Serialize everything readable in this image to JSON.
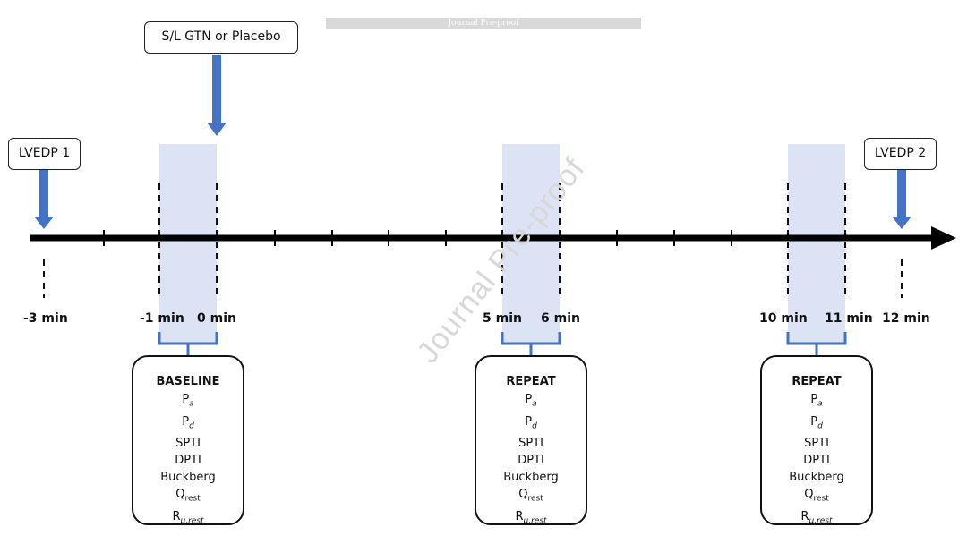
{
  "header_watermark": "Journal Pre-proof",
  "diagonal_watermark": "Journal Pre-proof",
  "intervention_label": "S/L GTN or Placebo",
  "lvedp1_label": "LVEDP 1",
  "lvedp2_label": "LVEDP 2",
  "time_labels": {
    "minus3": "-3 min",
    "minus1": "-1 min",
    "zero": "0 min",
    "five": "5 min",
    "six": "6 min",
    "ten": "10 min",
    "eleven": "11 min",
    "twelve": "12 min"
  },
  "measurement_groups": [
    {
      "title": "BASELINE",
      "items": [
        {
          "base": "P",
          "sub": "a",
          "sub_italic": true
        },
        {
          "base": "P",
          "sub": "d",
          "sub_italic": true
        },
        {
          "base": "SPTI"
        },
        {
          "base": "DPTI"
        },
        {
          "base": "Buckberg"
        },
        {
          "base": "Q",
          "sub": "rest",
          "sub_italic": false
        },
        {
          "base": "R",
          "sub": "μ,rest",
          "sub_italic": true
        }
      ]
    },
    {
      "title": "REPEAT",
      "items": [
        {
          "base": "P",
          "sub": "a",
          "sub_italic": true
        },
        {
          "base": "P",
          "sub": "d",
          "sub_italic": true
        },
        {
          "base": "SPTI"
        },
        {
          "base": "DPTI"
        },
        {
          "base": "Buckberg"
        },
        {
          "base": "Q",
          "sub": "rest",
          "sub_italic": false
        },
        {
          "base": "R",
          "sub": "μ,rest",
          "sub_italic": true
        }
      ]
    },
    {
      "title": "REPEAT",
      "items": [
        {
          "base": "P",
          "sub": "a",
          "sub_italic": true
        },
        {
          "base": "P",
          "sub": "d",
          "sub_italic": true
        },
        {
          "base": "SPTI"
        },
        {
          "base": "DPTI"
        },
        {
          "base": "Buckberg"
        },
        {
          "base": "Q",
          "sub": "rest",
          "sub_italic": false
        },
        {
          "base": "R",
          "sub": "μ,rest",
          "sub_italic": true
        }
      ]
    }
  ],
  "colors": {
    "window_fill": "#dbe3f4",
    "arrow_blue": "#4472c4",
    "bracket_blue": "#4472c4",
    "timeline": "#000000"
  }
}
